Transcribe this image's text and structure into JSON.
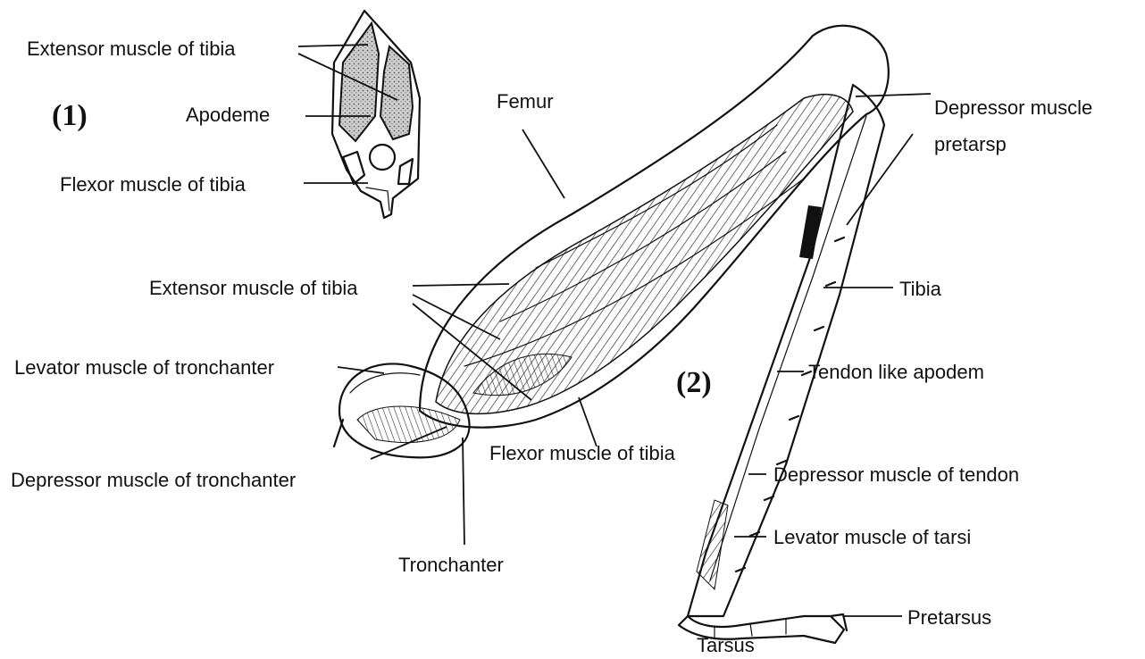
{
  "panels": {
    "cross_section": "(1)",
    "leg": "(2)"
  },
  "labels": {
    "extensor_tibia_top": "Extensor muscle of tibia",
    "apodeme": "Apodeme",
    "flexor_tibia_top": "Flexor muscle of tibia",
    "femur": "Femur",
    "depressor_pretarsus_line1": "Depressor muscle",
    "depressor_pretarsus_line2": "pretarsp",
    "extensor_tibia_leg": "Extensor muscle of tibia",
    "tibia": "Tibia",
    "levator_tronchanter": "Levator muscle of tronchanter",
    "tendon_apodem": "Tendon like apodem",
    "flexor_tibia_leg": "Flexor muscle of tibia",
    "depressor_tronchanter": "Depressor muscle of tronchanter",
    "depressor_tendon": "Depressor muscle of tendon",
    "levator_tarsi": "Levator muscle of tarsi",
    "tronchanter": "Tronchanter",
    "pretarsus": "Pretarsus",
    "tarsus": "Tarsus"
  }
}
